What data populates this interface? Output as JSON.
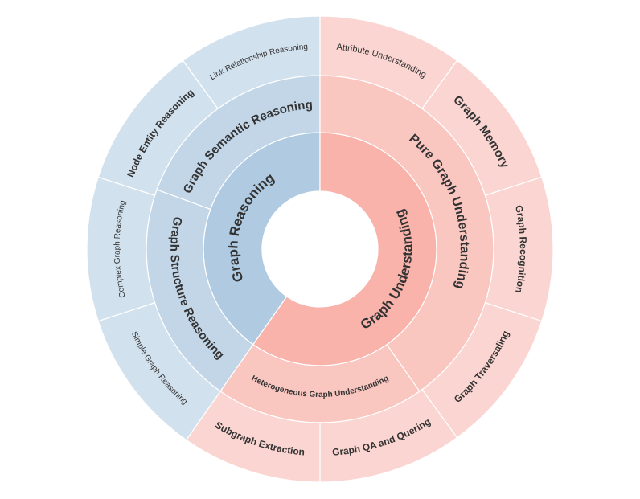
{
  "colors": {
    "reasoning_inner": "#b0cbe1",
    "reasoning_middle": "#c2d6e8",
    "reasoning_outer": "#d2e1ee",
    "understanding_inner": "#f9b3ab",
    "understanding_middle": "#fac6c0",
    "understanding_outer": "#fbd5d1",
    "text": "#333333",
    "separator": "#ffffff"
  },
  "rings": {
    "inner": [
      {
        "label": "Graph Reasoning",
        "color": "reasoning_inner"
      },
      {
        "label": "Graph Understanding",
        "color": "understanding_inner"
      }
    ],
    "middle": [
      {
        "label": "Graph Semantic Reasoning",
        "color": "reasoning_middle"
      },
      {
        "label": "Graph Structure Reasoning",
        "color": "reasoning_middle"
      },
      {
        "label": "Heterogeneous Graph Understanding",
        "color": "understanding_middle"
      },
      {
        "label": "Pure Graph Understanding",
        "color": "understanding_middle"
      }
    ],
    "outer": [
      {
        "label": "Attribute Understanding",
        "color": "understanding_outer"
      },
      {
        "label": "Graph Memory",
        "color": "understanding_outer"
      },
      {
        "label": "Graph Recognition",
        "color": "understanding_outer"
      },
      {
        "label": "Graph Traversaling",
        "color": "understanding_outer"
      },
      {
        "label": "Graph QA and Quering",
        "color": "understanding_outer"
      },
      {
        "label": "Subgraph Extraction",
        "color": "understanding_outer"
      },
      {
        "label": "Simple Graph Reasoning",
        "color": "reasoning_outer"
      },
      {
        "label": "Complex Graph Reasoning",
        "color": "reasoning_outer"
      },
      {
        "label": "Node Entity Reasoning",
        "color": "reasoning_outer"
      },
      {
        "label": "Link Relationship Reasoning",
        "color": "reasoning_outer"
      }
    ]
  }
}
